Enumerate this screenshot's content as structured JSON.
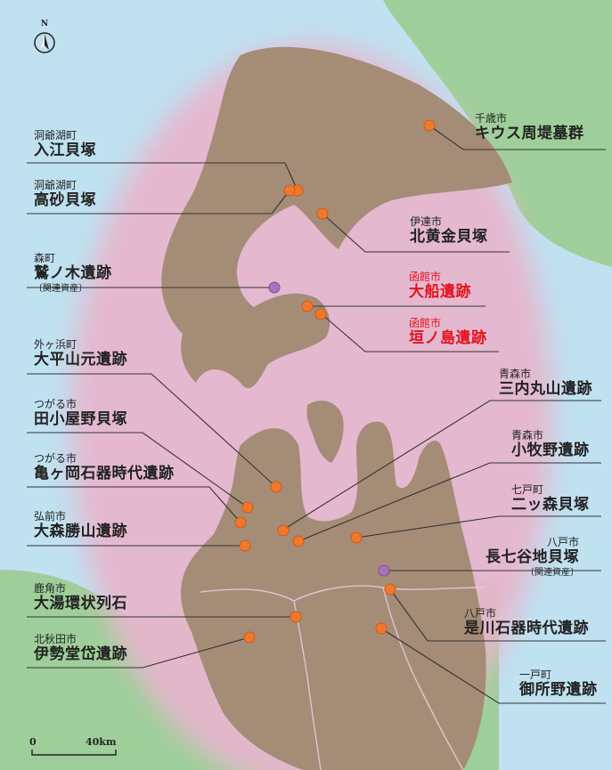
{
  "map": {
    "colors": {
      "sea_blue": "#bfe1f0",
      "land_green": "#9ecf9a",
      "zone_pink": "#e7b6cd",
      "land_brown": "#a48c77",
      "site_orange": "#f1782a",
      "site_purple": "#a874b8",
      "highlight_red": "#e6121f",
      "leader_line": "#333333"
    },
    "compass_label": "N",
    "scale": {
      "start": "0",
      "end": "40km"
    },
    "related_note": "〔関連資産〕"
  },
  "sites": [
    {
      "id": "kiusu",
      "municipality": "千歳市",
      "name": "キウス周堤墓群",
      "marker": "orange",
      "highlight": false
    },
    {
      "id": "irie",
      "municipality": "洞爺湖町",
      "name": "入江貝塚",
      "marker": "orange",
      "highlight": false
    },
    {
      "id": "takasago",
      "municipality": "洞爺湖町",
      "name": "高砂貝塚",
      "marker": "orange",
      "highlight": false
    },
    {
      "id": "kitakogane",
      "municipality": "伊達市",
      "name": "北黄金貝塚",
      "marker": "orange",
      "highlight": false
    },
    {
      "id": "washinoki",
      "municipality": "森町",
      "name": "鷲ノ木遺跡",
      "marker": "purple",
      "highlight": false,
      "related": true
    },
    {
      "id": "ofune",
      "municipality": "函館市",
      "name": "大船遺跡",
      "marker": "orange",
      "highlight": true
    },
    {
      "id": "kakinoshima",
      "municipality": "函館市",
      "name": "垣ノ島遺跡",
      "marker": "orange",
      "highlight": true
    },
    {
      "id": "odaiyamamoto",
      "municipality": "外ヶ浜町",
      "name": "大平山元遺跡",
      "marker": "orange",
      "highlight": false
    },
    {
      "id": "sannai",
      "municipality": "青森市",
      "name": "三内丸山遺跡",
      "marker": "orange",
      "highlight": false
    },
    {
      "id": "tagoyano",
      "municipality": "つがる市",
      "name": "田小屋野貝塚",
      "marker": "orange",
      "highlight": false
    },
    {
      "id": "komakino",
      "municipality": "青森市",
      "name": "小牧野遺跡",
      "marker": "orange",
      "highlight": false
    },
    {
      "id": "kamegaoka",
      "municipality": "つがる市",
      "name": "亀ヶ岡石器時代遺跡",
      "marker": "orange",
      "highlight": false
    },
    {
      "id": "futatsumori",
      "municipality": "七戸町",
      "name": "二ッ森貝塚",
      "marker": "orange",
      "highlight": false
    },
    {
      "id": "omori",
      "municipality": "弘前市",
      "name": "大森勝山遺跡",
      "marker": "orange",
      "highlight": false
    },
    {
      "id": "nanatsuyachi",
      "municipality": "八戸市",
      "name": "長七谷地貝塚",
      "marker": "purple",
      "highlight": false,
      "related": true
    },
    {
      "id": "oyu",
      "municipality": "鹿角市",
      "name": "大湯環状列石",
      "marker": "orange",
      "highlight": false
    },
    {
      "id": "korekawa",
      "municipality": "八戸市",
      "name": "是川石器時代遺跡",
      "marker": "orange",
      "highlight": false
    },
    {
      "id": "isedotai",
      "municipality": "北秋田市",
      "name": "伊勢堂岱遺跡",
      "marker": "orange",
      "highlight": false
    },
    {
      "id": "goshono",
      "municipality": "一戸町",
      "name": "御所野遺跡",
      "marker": "orange",
      "highlight": false
    }
  ]
}
